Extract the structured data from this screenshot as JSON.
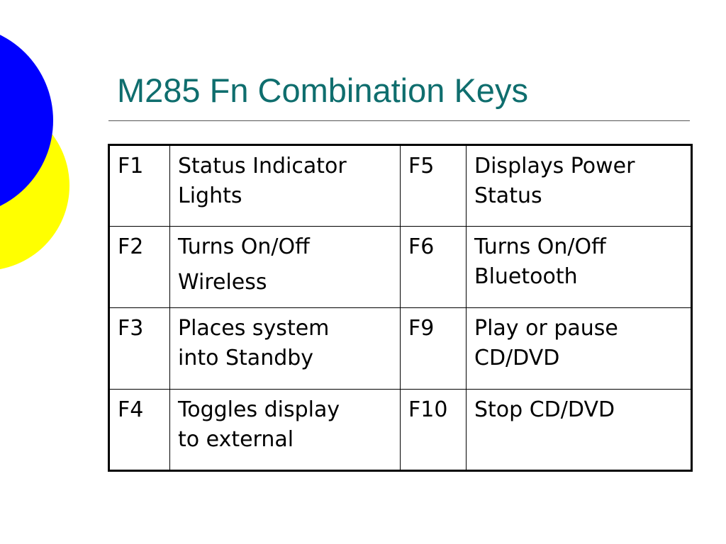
{
  "slide": {
    "title": "M285 Fn Combination Keys"
  },
  "decoration": {
    "front_circle_color": "#0000ff",
    "back_circle_color": "#ffff00"
  },
  "table": {
    "rows": [
      {
        "key1": "F1",
        "desc1": [
          "Status Indicator",
          "Lights"
        ],
        "key2": "F5",
        "desc2": [
          "Displays Power",
          "Status"
        ]
      },
      {
        "key1": "F2",
        "desc1": [
          "Turns On/Off",
          "Wireless"
        ],
        "key2": "F6",
        "desc2": [
          "Turns On/Off",
          "Bluetooth"
        ]
      },
      {
        "key1": "F3",
        "desc1": [
          "Places system",
          "into Standby"
        ],
        "key2": "F9",
        "desc2": [
          "Play or pause",
          "CD/DVD"
        ]
      },
      {
        "key1": "F4",
        "desc1": [
          "Toggles display",
          "to external"
        ],
        "key2": "F10",
        "desc2": [
          "Stop CD/DVD"
        ]
      }
    ]
  }
}
